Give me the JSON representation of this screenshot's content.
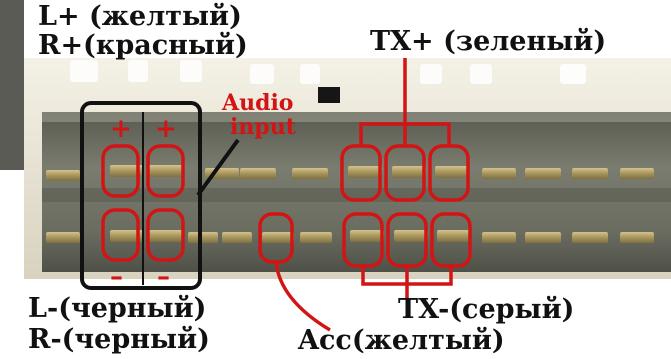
{
  "labels": {
    "l_plus": "L+ (желтый)",
    "r_plus": "R+(красный)",
    "tx_plus": "TX+ (зеленый)",
    "audio_line1": "Audio",
    "audio_line2": "input",
    "plus_sign": "+",
    "minus_sign": "–",
    "l_minus": "L-(черный)",
    "r_minus": "R-(черный)",
    "tx_minus": "TX-(серый)",
    "acc": "Acc(желтый)"
  },
  "colors": {
    "annotation_red": "#d21414",
    "text_black": "#111111",
    "connector_cream": "#ece7d6",
    "cavity_dark": "#6f7164",
    "pin_brass": "#b7a36c",
    "label_panel": "#ffffff"
  }
}
